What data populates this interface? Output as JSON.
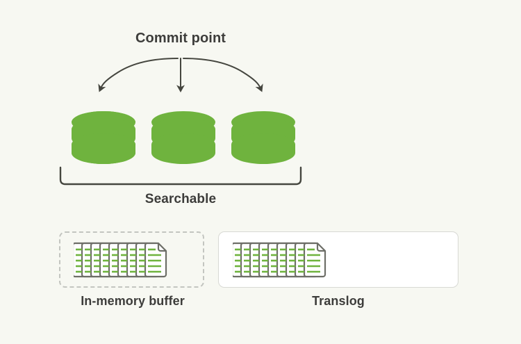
{
  "diagram": {
    "title_label": "Commit point",
    "searchable_label": "Searchable",
    "in_memory_buffer_label": "In-memory buffer",
    "translog_label": "Translog",
    "colors": {
      "background": "#f7f8f2",
      "segment_green": "#6fb33e",
      "text_dark": "#3d3d3b",
      "arrow_stroke": "#45463f",
      "dashed_border": "#c3c5c0",
      "solid_border": "#d8d9d4",
      "doc_outline": "#6d6e67",
      "doc_fill": "#ffffff"
    },
    "segments": [
      {
        "name": "segment-1",
        "state": "committed"
      },
      {
        "name": "segment-2",
        "state": "committed"
      },
      {
        "name": "segment-3",
        "state": "committed"
      }
    ],
    "arrows": [
      {
        "name": "arrow-to-segment-1",
        "target": "segment-1"
      },
      {
        "name": "arrow-to-segment-2",
        "target": "segment-2"
      },
      {
        "name": "arrow-to-segment-3",
        "target": "segment-3"
      }
    ],
    "icons": {
      "segment_icon": "database-cylinder-icon",
      "document_stack_icon": "document-stack-icon",
      "bracket_icon": "curly-bracket-icon",
      "arrow_icon": "curved-arrow-icon"
    },
    "doc_stack": {
      "pages_behind": 8,
      "front_page_lines": 5
    }
  }
}
